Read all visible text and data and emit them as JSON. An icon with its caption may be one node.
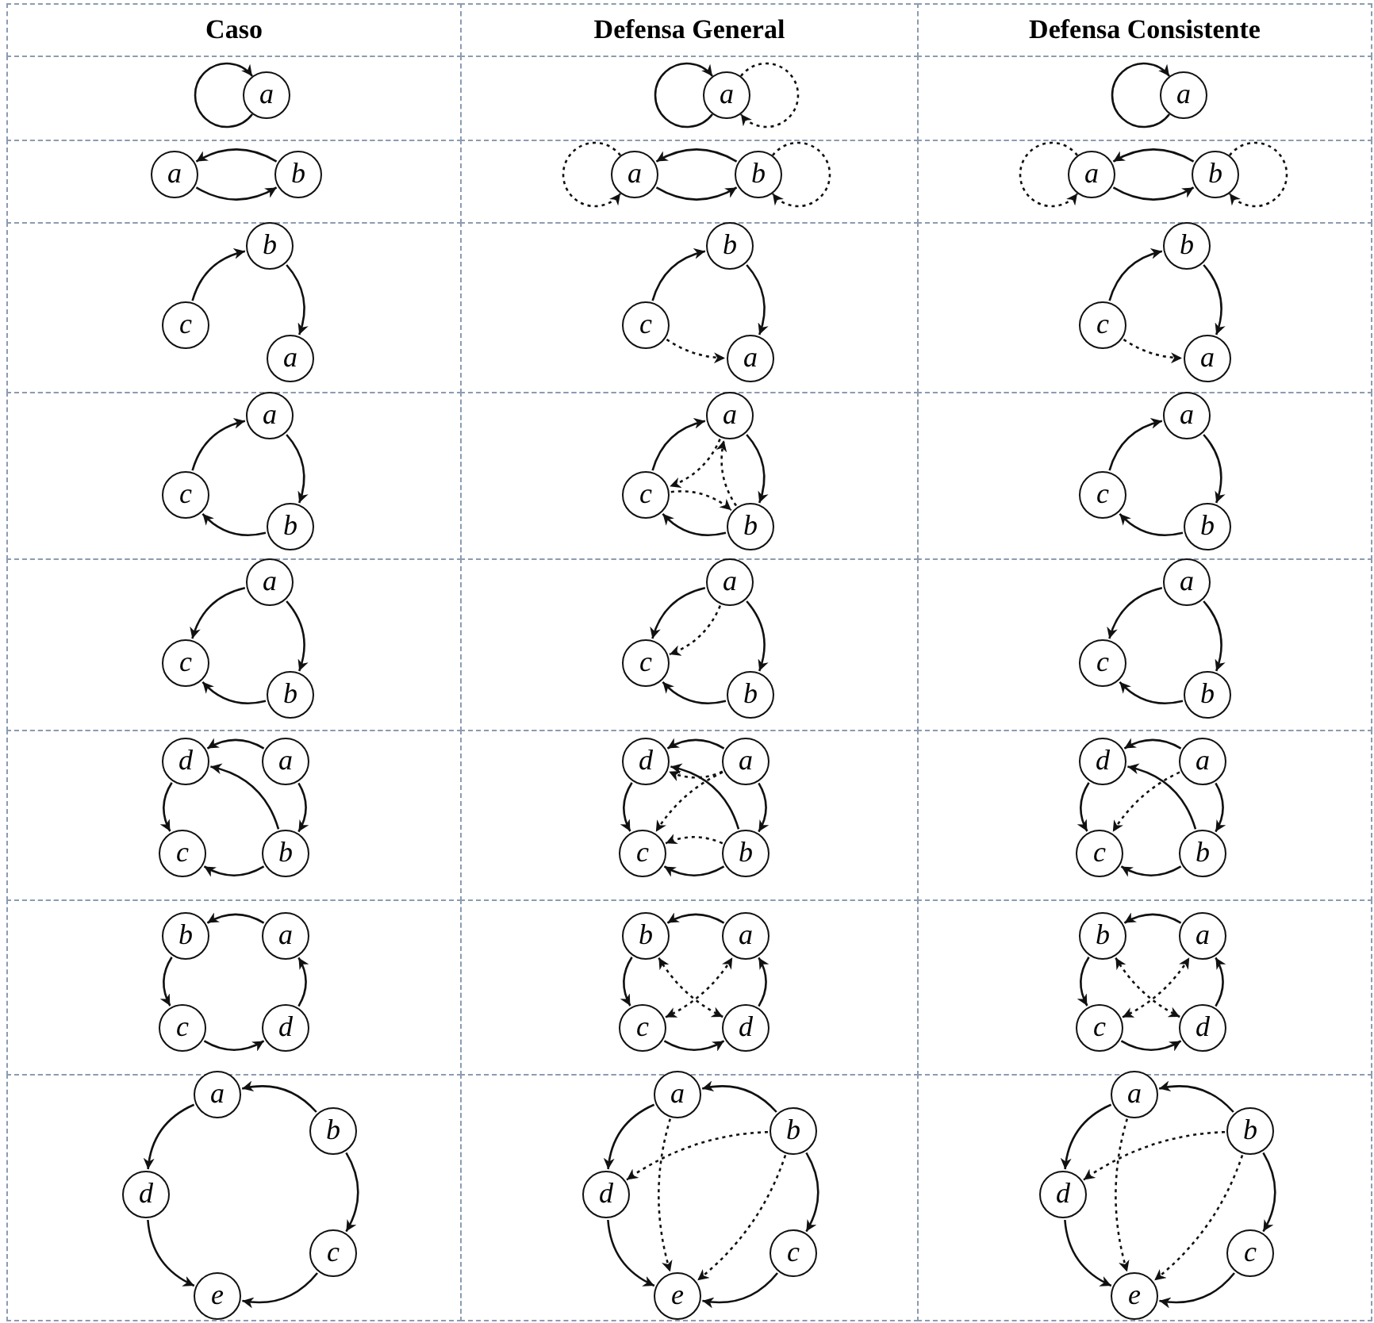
{
  "diagram": {
    "nodes": [
      {
        "text": [
          "Caso"
        ]
      },
      {
        "text": [
          "Defensa General"
        ]
      },
      {
        "text": [
          "Defensa Consistente"
        ]
      },
      {
        "text": [],
        "shape": "box"
      },
      {
        "text": [
          "a"
        ],
        "in": 3
      },
      {
        "text": [],
        "shape": "box"
      },
      {
        "text": [
          "a"
        ],
        "in": 5
      },
      {
        "text": [],
        "shape": "box"
      },
      {
        "text": [
          "a"
        ],
        "in": 7
      },
      {
        "text": [],
        "shape": "box"
      },
      {
        "text": [
          "a"
        ],
        "in": 9
      },
      {
        "text": [
          "b"
        ],
        "in": 9
      },
      {
        "text": [],
        "shape": "box"
      },
      {
        "text": [
          "a"
        ],
        "in": 12
      },
      {
        "text": [
          "b"
        ],
        "in": 12
      },
      {
        "text": [],
        "shape": "box"
      },
      {
        "text": [
          "a"
        ],
        "in": 15
      },
      {
        "text": [
          "b"
        ],
        "in": 15
      },
      {
        "text": [],
        "shape": "box"
      },
      {
        "text": [
          "b"
        ],
        "in": 18
      },
      {
        "text": [
          "c"
        ],
        "in": 18
      },
      {
        "text": [
          "a"
        ],
        "in": 18
      },
      {
        "text": [],
        "shape": "box"
      },
      {
        "text": [
          "b"
        ],
        "in": 22
      },
      {
        "text": [
          "c"
        ],
        "in": 22
      },
      {
        "text": [
          "a"
        ],
        "in": 22
      },
      {
        "text": [],
        "shape": "box"
      },
      {
        "text": [
          "b"
        ],
        "in": 26
      },
      {
        "text": [
          "c"
        ],
        "in": 26
      },
      {
        "text": [
          "a"
        ],
        "in": 26
      },
      {
        "text": [],
        "shape": "box"
      },
      {
        "text": [
          "a"
        ],
        "in": 30
      },
      {
        "text": [
          "c"
        ],
        "in": 30
      },
      {
        "text": [
          "b"
        ],
        "in": 30
      },
      {
        "text": [],
        "shape": "box"
      },
      {
        "text": [
          "a"
        ],
        "in": 34
      },
      {
        "text": [
          "c"
        ],
        "in": 34
      },
      {
        "text": [
          "b"
        ],
        "in": 34
      },
      {
        "text": [],
        "shape": "box"
      },
      {
        "text": [
          "a"
        ],
        "in": 38
      },
      {
        "text": [
          "c"
        ],
        "in": 38
      },
      {
        "text": [
          "b"
        ],
        "in": 38
      },
      {
        "text": [],
        "shape": "box"
      },
      {
        "text": [
          "a"
        ],
        "in": 42
      },
      {
        "text": [
          "c"
        ],
        "in": 42
      },
      {
        "text": [
          "b"
        ],
        "in": 42
      },
      {
        "text": [],
        "shape": "box"
      },
      {
        "text": [
          "a"
        ],
        "in": 46
      },
      {
        "text": [
          "c"
        ],
        "in": 46
      },
      {
        "text": [
          "b"
        ],
        "in": 46
      },
      {
        "text": [],
        "shape": "box"
      },
      {
        "text": [
          "a"
        ],
        "in": 50
      },
      {
        "text": [
          "c"
        ],
        "in": 50
      },
      {
        "text": [
          "b"
        ],
        "in": 50
      },
      {
        "text": [],
        "shape": "box"
      },
      {
        "text": [
          "d"
        ],
        "in": 54
      },
      {
        "text": [
          "a"
        ],
        "in": 54
      },
      {
        "text": [
          "c"
        ],
        "in": 54
      },
      {
        "text": [
          "b"
        ],
        "in": 54
      },
      {
        "text": [],
        "shape": "box"
      },
      {
        "text": [
          "d"
        ],
        "in": 59
      },
      {
        "text": [
          "a"
        ],
        "in": 59
      },
      {
        "text": [
          "c"
        ],
        "in": 59
      },
      {
        "text": [
          "b"
        ],
        "in": 59
      },
      {
        "text": [],
        "shape": "box"
      },
      {
        "text": [
          "d"
        ],
        "in": 64
      },
      {
        "text": [
          "a"
        ],
        "in": 64
      },
      {
        "text": [
          "c"
        ],
        "in": 64
      },
      {
        "text": [
          "b"
        ],
        "in": 64
      },
      {
        "text": [],
        "shape": "box"
      },
      {
        "text": [
          "b"
        ],
        "in": 69
      },
      {
        "text": [
          "a"
        ],
        "in": 69
      },
      {
        "text": [
          "c"
        ],
        "in": 69
      },
      {
        "text": [
          "d"
        ],
        "in": 69
      },
      {
        "text": [],
        "shape": "box"
      },
      {
        "text": [
          "b"
        ],
        "in": 74
      },
      {
        "text": [
          "a"
        ],
        "in": 74
      },
      {
        "text": [
          "c"
        ],
        "in": 74
      },
      {
        "text": [
          "d"
        ],
        "in": 74
      },
      {
        "text": [],
        "shape": "box"
      },
      {
        "text": [
          "b"
        ],
        "in": 79
      },
      {
        "text": [
          "a"
        ],
        "in": 79
      },
      {
        "text": [
          "c"
        ],
        "in": 79
      },
      {
        "text": [
          "d"
        ],
        "in": 79
      },
      {
        "text": [],
        "shape": "box"
      },
      {
        "text": [
          "a"
        ],
        "in": 84
      },
      {
        "text": [
          "b"
        ],
        "in": 84
      },
      {
        "text": [
          "d"
        ],
        "in": 84
      },
      {
        "text": [
          "c"
        ],
        "in": 84
      },
      {
        "text": [
          "e"
        ],
        "in": 84
      },
      {
        "text": [],
        "shape": "box"
      },
      {
        "text": [
          "a"
        ],
        "in": 90
      },
      {
        "text": [
          "b"
        ],
        "in": 90
      },
      {
        "text": [
          "d"
        ],
        "in": 90
      },
      {
        "text": [
          "c"
        ],
        "in": 90
      },
      {
        "text": [
          "e"
        ],
        "in": 90
      },
      {
        "text": [],
        "shape": "box"
      },
      {
        "text": [
          "a"
        ],
        "in": 96
      },
      {
        "text": [
          "b"
        ],
        "in": 96
      },
      {
        "text": [
          "d"
        ],
        "in": 96
      },
      {
        "text": [
          "c"
        ],
        "in": 96
      },
      {
        "text": [
          "e"
        ],
        "in": 96
      }
    ],
    "edges": [
      {
        "from": 4,
        "to": 4,
        "arrow": "to"
      },
      {
        "from": 6,
        "to": 6,
        "arrow": "to"
      },
      {
        "from": 6,
        "to": 6,
        "arrow": "to",
        "style": "dashed"
      },
      {
        "from": 8,
        "to": 8,
        "arrow": "to"
      },
      {
        "from": 11,
        "to": 10,
        "arrow": "to"
      },
      {
        "from": 10,
        "to": 11,
        "arrow": "to"
      },
      {
        "from": 14,
        "to": 13,
        "arrow": "to"
      },
      {
        "from": 13,
        "to": 14,
        "arrow": "to"
      },
      {
        "from": 13,
        "to": 13,
        "arrow": "to",
        "style": "dashed"
      },
      {
        "from": 14,
        "to": 14,
        "arrow": "to",
        "style": "dashed"
      },
      {
        "from": 17,
        "to": 16,
        "arrow": "to"
      },
      {
        "from": 16,
        "to": 17,
        "arrow": "to"
      },
      {
        "from": 16,
        "to": 16,
        "arrow": "to",
        "style": "dashed"
      },
      {
        "from": 17,
        "to": 17,
        "arrow": "to",
        "style": "dashed"
      },
      {
        "from": 20,
        "to": 19,
        "arrow": "to"
      },
      {
        "from": 19,
        "to": 21,
        "arrow": "to"
      },
      {
        "from": 24,
        "to": 23,
        "arrow": "to"
      },
      {
        "from": 23,
        "to": 25,
        "arrow": "to"
      },
      {
        "from": 24,
        "to": 25,
        "arrow": "to",
        "style": "dashed"
      },
      {
        "from": 28,
        "to": 27,
        "arrow": "to"
      },
      {
        "from": 27,
        "to": 29,
        "arrow": "to"
      },
      {
        "from": 28,
        "to": 29,
        "arrow": "to",
        "style": "dashed"
      },
      {
        "from": 32,
        "to": 31,
        "arrow": "to"
      },
      {
        "from": 31,
        "to": 33,
        "arrow": "to"
      },
      {
        "from": 33,
        "to": 32,
        "arrow": "to"
      },
      {
        "from": 36,
        "to": 35,
        "arrow": "to"
      },
      {
        "from": 35,
        "to": 37,
        "arrow": "to"
      },
      {
        "from": 37,
        "to": 36,
        "arrow": "to"
      },
      {
        "from": 35,
        "to": 36,
        "arrow": "to",
        "style": "dashed"
      },
      {
        "from": 37,
        "to": 35,
        "arrow": "to",
        "style": "dashed"
      },
      {
        "from": 36,
        "to": 37,
        "arrow": "to",
        "style": "dashed"
      },
      {
        "from": 40,
        "to": 39,
        "arrow": "to"
      },
      {
        "from": 39,
        "to": 41,
        "arrow": "to"
      },
      {
        "from": 41,
        "to": 40,
        "arrow": "to"
      },
      {
        "from": 43,
        "to": 44,
        "arrow": "to"
      },
      {
        "from": 43,
        "to": 45,
        "arrow": "to"
      },
      {
        "from": 45,
        "to": 44,
        "arrow": "to"
      },
      {
        "from": 47,
        "to": 48,
        "arrow": "to"
      },
      {
        "from": 47,
        "to": 49,
        "arrow": "to"
      },
      {
        "from": 49,
        "to": 48,
        "arrow": "to"
      },
      {
        "from": 47,
        "to": 48,
        "arrow": "to",
        "style": "dashed"
      },
      {
        "from": 51,
        "to": 52,
        "arrow": "to"
      },
      {
        "from": 51,
        "to": 53,
        "arrow": "to"
      },
      {
        "from": 53,
        "to": 52,
        "arrow": "to"
      },
      {
        "from": 56,
        "to": 55,
        "arrow": "to"
      },
      {
        "from": 55,
        "to": 57,
        "arrow": "to"
      },
      {
        "from": 56,
        "to": 58,
        "arrow": "to"
      },
      {
        "from": 58,
        "to": 57,
        "arrow": "to"
      },
      {
        "from": 58,
        "to": 55,
        "arrow": "to"
      },
      {
        "from": 61,
        "to": 60,
        "arrow": "to"
      },
      {
        "from": 60,
        "to": 62,
        "arrow": "to"
      },
      {
        "from": 61,
        "to": 63,
        "arrow": "to"
      },
      {
        "from": 63,
        "to": 62,
        "arrow": "to"
      },
      {
        "from": 63,
        "to": 60,
        "arrow": "to"
      },
      {
        "from": 61,
        "to": 60,
        "arrow": "to",
        "style": "dashed"
      },
      {
        "from": 61,
        "to": 62,
        "arrow": "to",
        "style": "dashed"
      },
      {
        "from": 63,
        "to": 62,
        "arrow": "to",
        "style": "dashed"
      },
      {
        "from": 66,
        "to": 65,
        "arrow": "to"
      },
      {
        "from": 65,
        "to": 67,
        "arrow": "to"
      },
      {
        "from": 66,
        "to": 68,
        "arrow": "to"
      },
      {
        "from": 68,
        "to": 67,
        "arrow": "to"
      },
      {
        "from": 68,
        "to": 65,
        "arrow": "to"
      },
      {
        "from": 66,
        "to": 67,
        "arrow": "to",
        "style": "dashed"
      },
      {
        "from": 71,
        "to": 70,
        "arrow": "to"
      },
      {
        "from": 70,
        "to": 72,
        "arrow": "to"
      },
      {
        "from": 72,
        "to": 73,
        "arrow": "to"
      },
      {
        "from": 73,
        "to": 71,
        "arrow": "to"
      },
      {
        "from": 76,
        "to": 75,
        "arrow": "to"
      },
      {
        "from": 75,
        "to": 77,
        "arrow": "to"
      },
      {
        "from": 77,
        "to": 78,
        "arrow": "to"
      },
      {
        "from": 78,
        "to": 76,
        "arrow": "to"
      },
      {
        "from": 75,
        "to": 78,
        "arrow": "both",
        "style": "dashed"
      },
      {
        "from": 77,
        "to": 76,
        "arrow": "both",
        "style": "dashed"
      },
      {
        "from": 81,
        "to": 80,
        "arrow": "to"
      },
      {
        "from": 80,
        "to": 82,
        "arrow": "to"
      },
      {
        "from": 82,
        "to": 83,
        "arrow": "to"
      },
      {
        "from": 83,
        "to": 81,
        "arrow": "to"
      },
      {
        "from": 80,
        "to": 83,
        "arrow": "both",
        "style": "dashed"
      },
      {
        "from": 82,
        "to": 81,
        "arrow": "both",
        "style": "dashed"
      },
      {
        "from": 86,
        "to": 85,
        "arrow": "to"
      },
      {
        "from": 85,
        "to": 87,
        "arrow": "to"
      },
      {
        "from": 87,
        "to": 89,
        "arrow": "to"
      },
      {
        "from": 86,
        "to": 88,
        "arrow": "to"
      },
      {
        "from": 88,
        "to": 89,
        "arrow": "to"
      },
      {
        "from": 92,
        "to": 91,
        "arrow": "to"
      },
      {
        "from": 91,
        "to": 93,
        "arrow": "to"
      },
      {
        "from": 93,
        "to": 95,
        "arrow": "to"
      },
      {
        "from": 92,
        "to": 94,
        "arrow": "to"
      },
      {
        "from": 94,
        "to": 95,
        "arrow": "to"
      },
      {
        "from": 92,
        "to": 93,
        "arrow": "to",
        "style": "dashed"
      },
      {
        "from": 91,
        "to": 95,
        "arrow": "to",
        "style": "dashed"
      },
      {
        "from": 92,
        "to": 95,
        "arrow": "to",
        "style": "dashed"
      },
      {
        "from": 98,
        "to": 97,
        "arrow": "to"
      },
      {
        "from": 97,
        "to": 99,
        "arrow": "to"
      },
      {
        "from": 99,
        "to": 101,
        "arrow": "to"
      },
      {
        "from": 98,
        "to": 100,
        "arrow": "to"
      },
      {
        "from": 100,
        "to": 101,
        "arrow": "to"
      },
      {
        "from": 98,
        "to": 99,
        "arrow": "to",
        "style": "dashed"
      },
      {
        "from": 97,
        "to": 101,
        "arrow": "to",
        "style": "dashed"
      },
      {
        "from": 98,
        "to": 101,
        "arrow": "to",
        "style": "dashed"
      }
    ]
  }
}
